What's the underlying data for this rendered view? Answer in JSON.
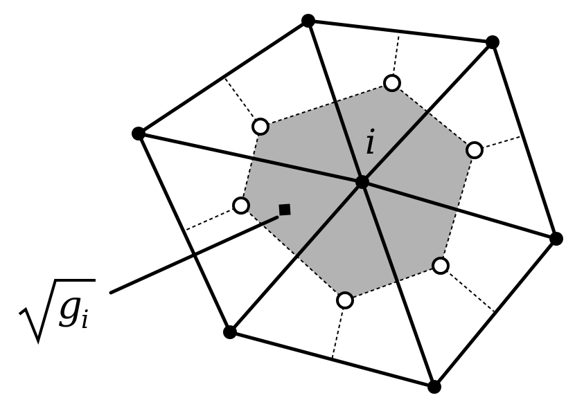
{
  "labels": {
    "center_vertex": "i",
    "metric_base": "g",
    "metric_subscript": "i"
  },
  "colors": {
    "edge": "#000000",
    "shaded_cell": "#b3b3b3",
    "background": "#ffffff"
  },
  "icons": {
    "vertex": "filled-circle",
    "edge_midpoint_marker": "hollow-circle",
    "sample_point": "filled-square"
  }
}
